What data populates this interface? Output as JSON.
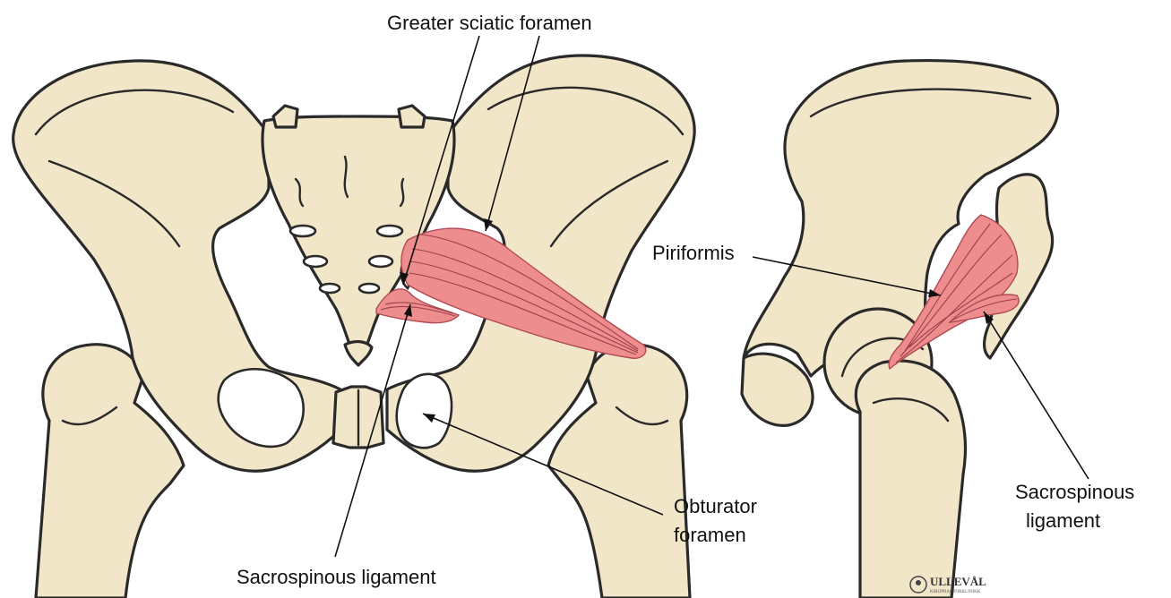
{
  "labels": {
    "greater_sciatic_foramen": "Greater sciatic foramen",
    "piriformis": "Piriformis",
    "obturator_foramen": "Obturator foramen",
    "obturator_line1": "Obturator",
    "obturator_line2": "foramen",
    "sacrospinous_ligament_front": "Sacrospinous ligament",
    "sacrospinous_side_line1": "Sacrospinous",
    "sacrospinous_side_line2": "ligament"
  },
  "logo": {
    "name": "ULLEVÅL",
    "tagline": "KIROPRAKTORKLINIKK"
  },
  "colors": {
    "bone": "#f2e6c9",
    "muscle": "#ee8d8d",
    "outline": "#2a2a2a"
  }
}
